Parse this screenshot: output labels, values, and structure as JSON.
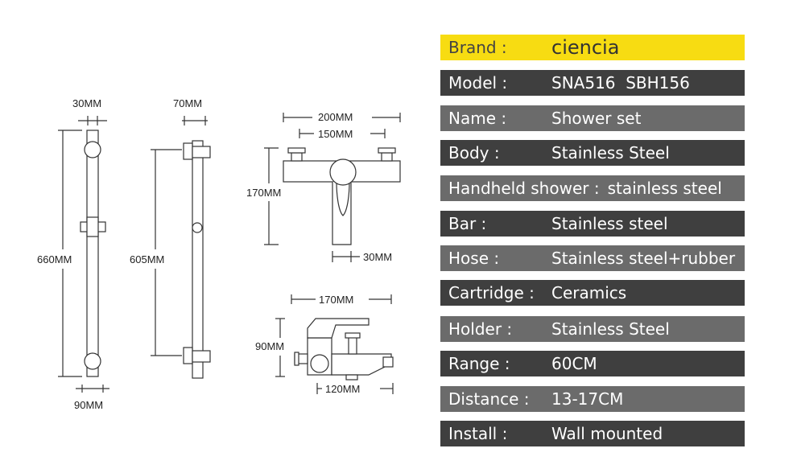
{
  "dimensions": {
    "bar_width": "30MM",
    "bar_height": "660MM",
    "bar_base_width": "90MM",
    "holder_offset": "70MM",
    "holder_span": "605MM",
    "mixer_total_width": "200MM",
    "mixer_inlet_spacing": "150MM",
    "mixer_height": "170MM",
    "mixer_outlet_width": "30MM",
    "spout_length": "170MM",
    "spout_height": "90MM",
    "spout_body_width": "120MM"
  },
  "specs": [
    {
      "label": "Brand :",
      "value": "ciencia",
      "style": "brand"
    },
    {
      "label": "Model :",
      "value": "SNA516  SBH156",
      "style": "dark"
    },
    {
      "label": "Name :",
      "value": "Shower set",
      "style": "mid"
    },
    {
      "label": "Body :",
      "value": "Stainless Steel",
      "style": "dark"
    },
    {
      "label": "Handheld shower :",
      "value": "stainless steel",
      "style": "mid"
    },
    {
      "label": "Bar :",
      "value": "Stainless steel",
      "style": "dark"
    },
    {
      "label": "Hose :",
      "value": "Stainless steel+rubber",
      "style": "mid"
    },
    {
      "label": "Cartridge :",
      "value": "Ceramics",
      "style": "dark"
    },
    {
      "label": "Holder :",
      "value": "Stainless Steel",
      "style": "mid"
    },
    {
      "label": "Range :",
      "value": "60CM",
      "style": "dark"
    },
    {
      "label": "Distance :",
      "value": "13-17CM",
      "style": "mid"
    },
    {
      "label": "Install :",
      "value": "Wall mounted",
      "style": "dark"
    }
  ],
  "colors": {
    "brand_bar": "#f7dc12",
    "row_dark": "#3f3f3f",
    "row_mid": "#6b6b6b",
    "line": "#333333"
  }
}
